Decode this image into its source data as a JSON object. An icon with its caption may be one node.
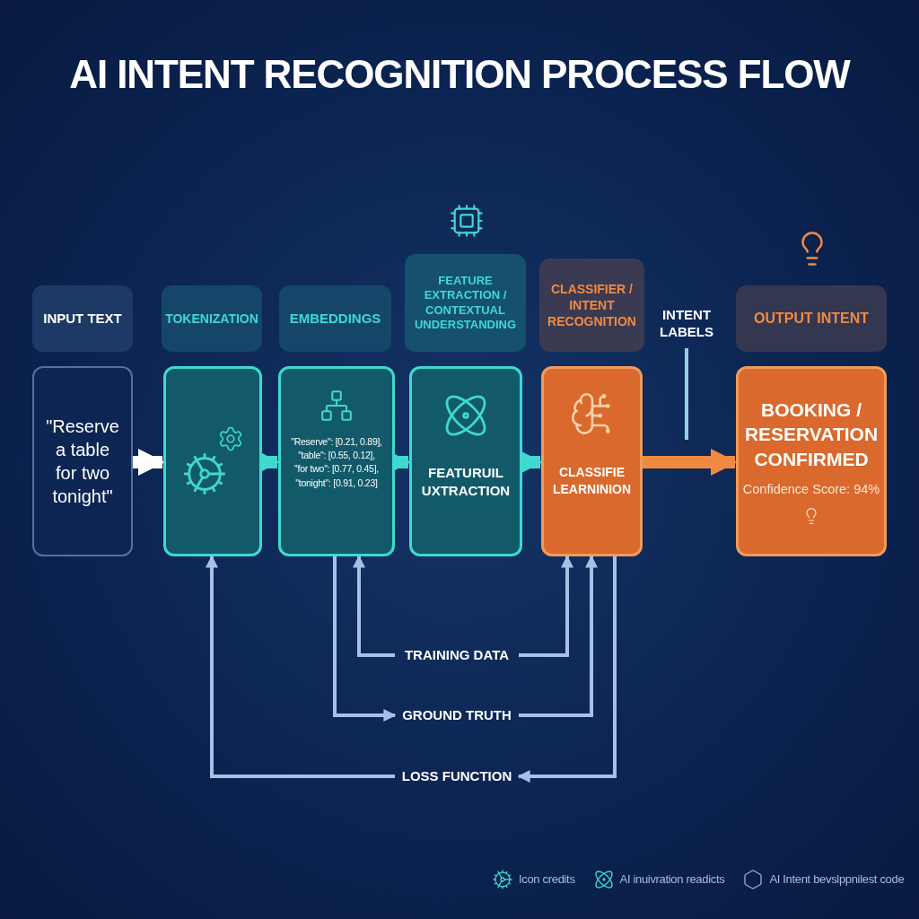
{
  "diagram": {
    "title": "AI INTENT RECOGNITION PROCESS FLOW",
    "nodes": [
      {
        "text": [
          "INPUT TEXT"
        ]
      },
      {
        "text": [
          "TOKENIZATION"
        ]
      },
      {
        "text": [
          "EMBEDDINGS"
        ]
      },
      {
        "text": [
          "FEATURE EXTRACTION / CONTEXTUAL UNDERSTANDING"
        ]
      },
      {
        "text": [
          "CLASSIFIER / INTENT RECOGNITION"
        ]
      },
      {
        "text": [
          "OUTPUT INTENT"
        ]
      },
      {
        "text": [
          "\"Reserve a table for two tonight\""
        ]
      },
      {
        "text": [],
        "shape": "box"
      },
      {
        "text": [
          "\"Reserve\": [0.21, 0.89],",
          "\"table\": [0.55, 0.12],",
          "\"for two\": [0.77, 0.45],",
          "\"tonight\": [0.91, 0.23]"
        ]
      },
      {
        "text": [
          "FEATURUIL UXTRACTION"
        ]
      },
      {
        "text": [
          "CLASSIFIE LEARNINION"
        ]
      },
      {
        "text": [
          "INTENT LABELS"
        ]
      },
      {
        "text": [
          "BOOKING / RESERVATION CONFIRMED",
          "Confidence Score: 94%"
        ]
      },
      {
        "text": [
          "TRAINING DATA"
        ]
      },
      {
        "text": [
          "GROUND TRUTH"
        ]
      },
      {
        "text": [
          "LOSS FUNCTION"
        ]
      }
    ],
    "edges": [
      {
        "from": 6,
        "to": 7,
        "arrow": "to",
        "style": "thick",
        "color": "#ffffff"
      },
      {
        "from": 7,
        "to": 8,
        "arrow": "to",
        "style": "thick",
        "color": "#3fd9d0"
      },
      {
        "from": 8,
        "to": 9,
        "arrow": "to",
        "style": "thick",
        "color": "#3fd9d0"
      },
      {
        "from": 9,
        "to": 10,
        "arrow": "to",
        "style": "thick",
        "color": "#3fd9d0"
      },
      {
        "from": 10,
        "to": 12,
        "arrow": "to",
        "style": "thick",
        "color": "#f08a42"
      },
      {
        "from": 11,
        "to": null,
        "arrow": "none",
        "color": "#8fd3dc"
      },
      {
        "from": 13,
        "to": 8,
        "arrow": "to"
      },
      {
        "from": 13,
        "to": 10,
        "arrow": "to"
      },
      {
        "from": 8,
        "to": 14,
        "arrow": "to"
      },
      {
        "from": 14,
        "to": 10,
        "arrow": "to"
      },
      {
        "from": 10,
        "to": 15,
        "arrow": "to"
      },
      {
        "from": 15,
        "to": 7,
        "arrow": "to"
      }
    ],
    "labels": [
      "Icon credits",
      "AI inuivration readicts",
      "AI Intent bevslppnilest code"
    ]
  }
}
